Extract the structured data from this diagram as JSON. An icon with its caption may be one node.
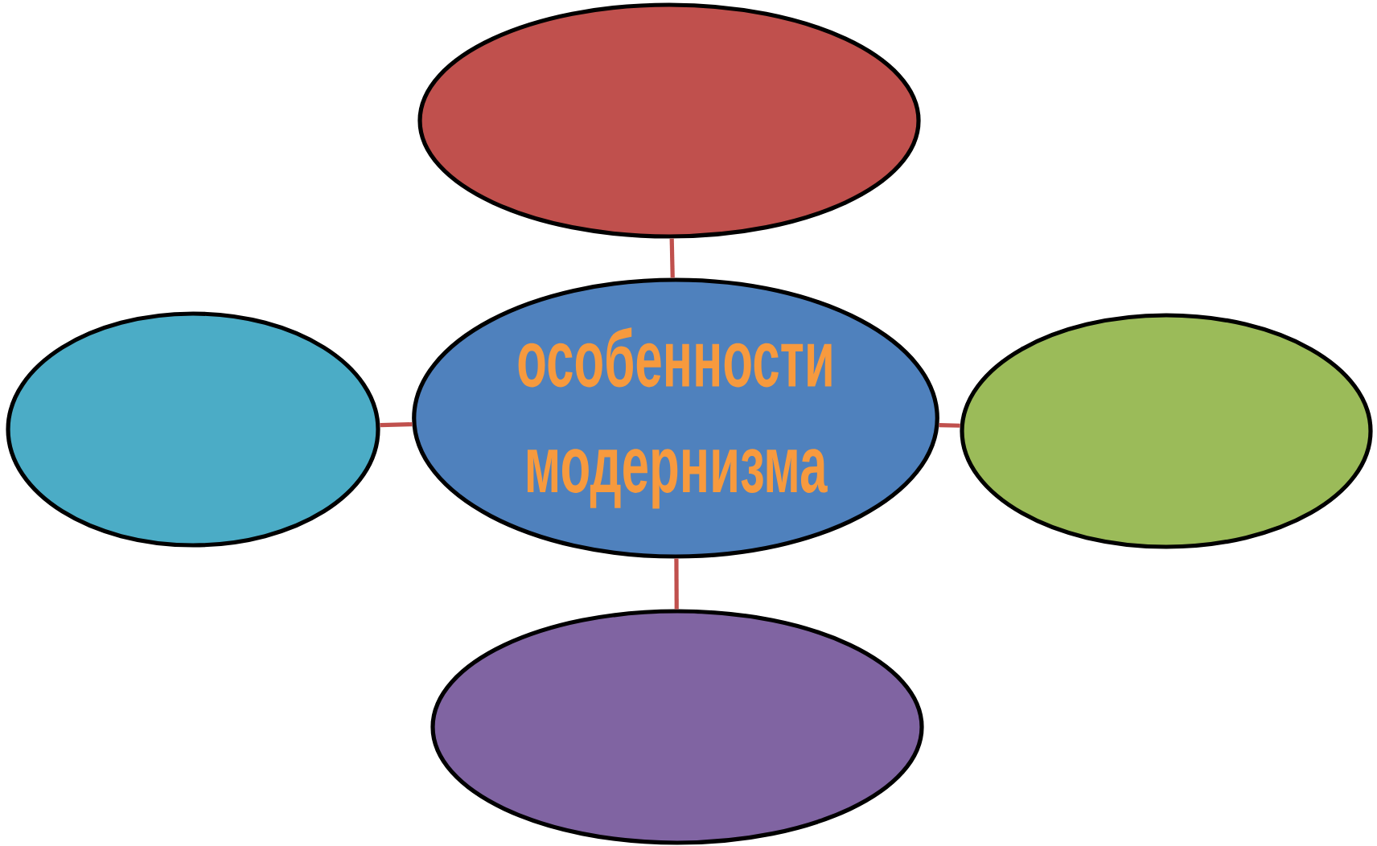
{
  "diagram": {
    "nodes": [
      {
        "text": [],
        "shape": "ellipse"
      },
      {
        "text": [],
        "shape": "ellipse"
      },
      {
        "text": [
          "особенности модернизма"
        ]
      },
      {
        "text": [],
        "shape": "ellipse"
      },
      {
        "text": [],
        "shape": "ellipse"
      }
    ],
    "edges": [
      {
        "from": 2,
        "to": 0,
        "arrow": "none"
      },
      {
        "from": 2,
        "to": 1,
        "arrow": "none"
      },
      {
        "from": 2,
        "to": 3,
        "arrow": "none"
      },
      {
        "from": 2,
        "to": 4,
        "arrow": "none"
      }
    ]
  }
}
